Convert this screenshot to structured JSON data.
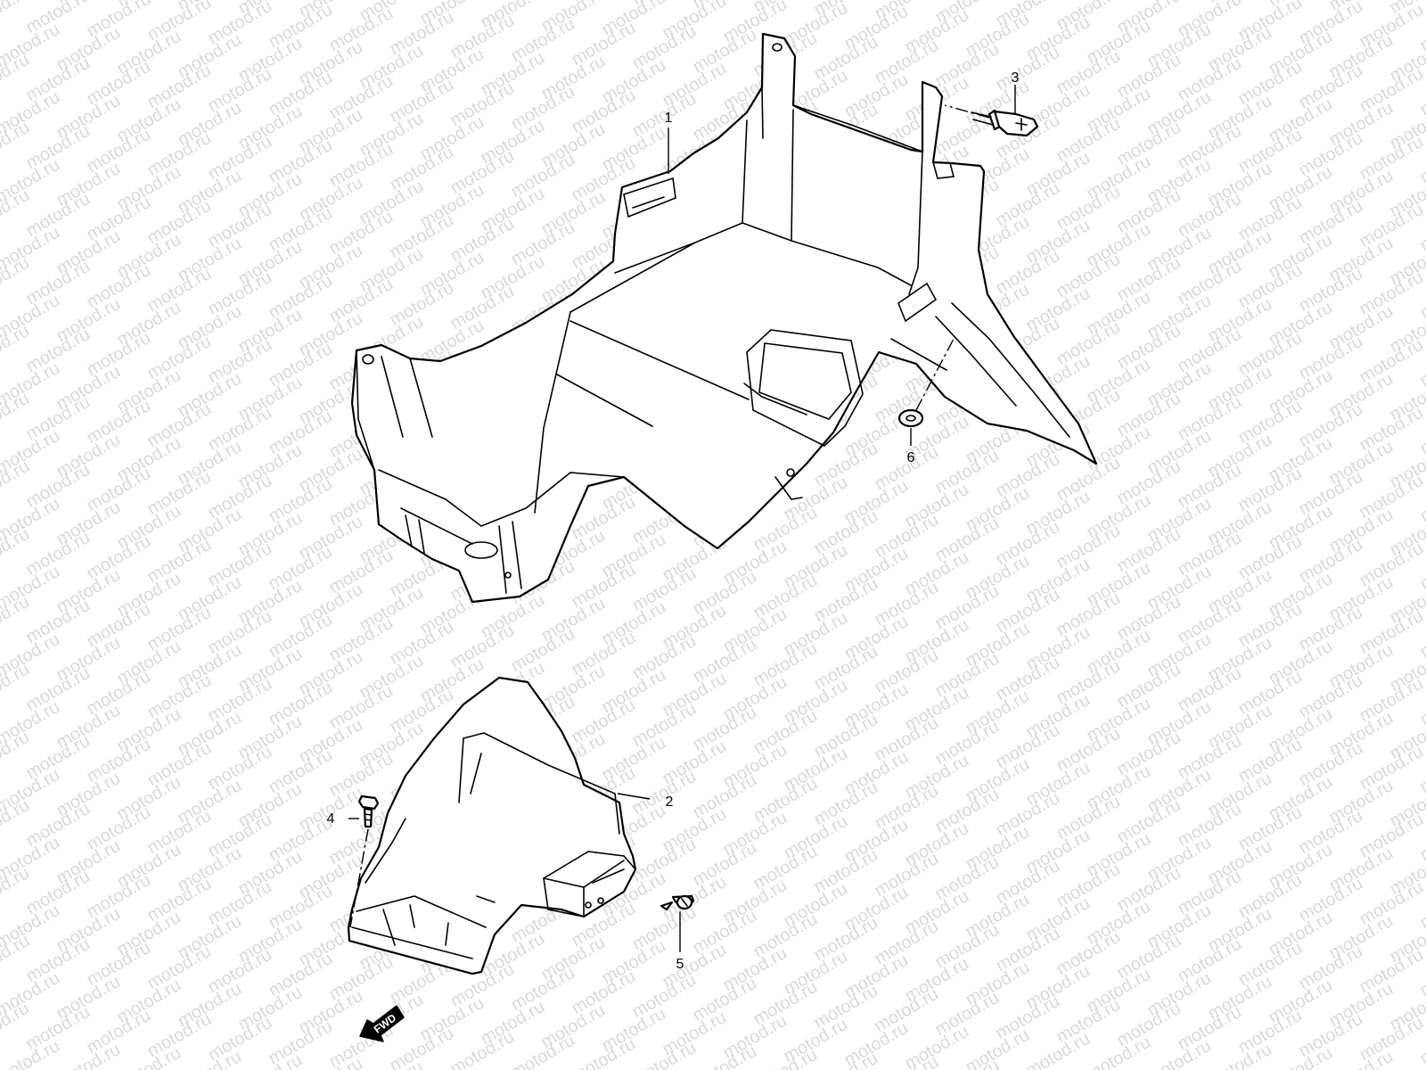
{
  "watermark": {
    "text": "motod.ru",
    "color": "#d9d9d9"
  },
  "diagram": {
    "line_color": "#000000",
    "background": "#ffffff",
    "fwd_label": "FWD",
    "parts": [
      {
        "ref": "1"
      },
      {
        "ref": "2"
      },
      {
        "ref": "3"
      },
      {
        "ref": "4"
      },
      {
        "ref": "5"
      },
      {
        "ref": "6"
      }
    ]
  }
}
